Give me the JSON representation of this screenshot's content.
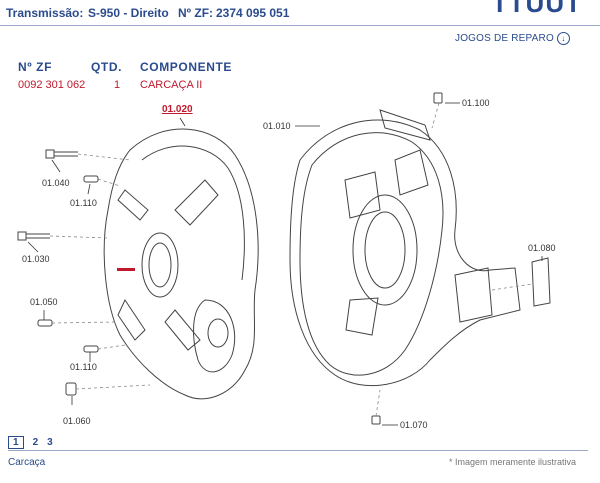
{
  "header": {
    "transmissao_label": "Transmissão:",
    "transmissao_value": "S-950 - Direito",
    "zf_label": "Nº ZF:",
    "zf_value": "2374 095 051",
    "brand": "TTUUT"
  },
  "jogos_link": "JOGOS DE REPARO",
  "table": {
    "columns": [
      "Nº ZF",
      "QTD.",
      "COMPONENTE"
    ],
    "row": {
      "zf": "0092 301 062",
      "qtd": "1",
      "componente": "CARCAÇA II"
    }
  },
  "diagram": {
    "highlight_label": "01.020",
    "callouts": [
      "01.010",
      "01.100",
      "01.040",
      "01.110",
      "01.030",
      "01.050",
      "01.110",
      "01.060",
      "01.080",
      "01.070"
    ]
  },
  "pagination": {
    "pages": [
      "1",
      "2",
      "3"
    ],
    "active": "1"
  },
  "footer": {
    "caption": "Carcaça",
    "note": "* Imagem meramente ilustrativa"
  },
  "colors": {
    "accent_blue": "#2a4b8d",
    "highlight_red": "#c0192c"
  }
}
